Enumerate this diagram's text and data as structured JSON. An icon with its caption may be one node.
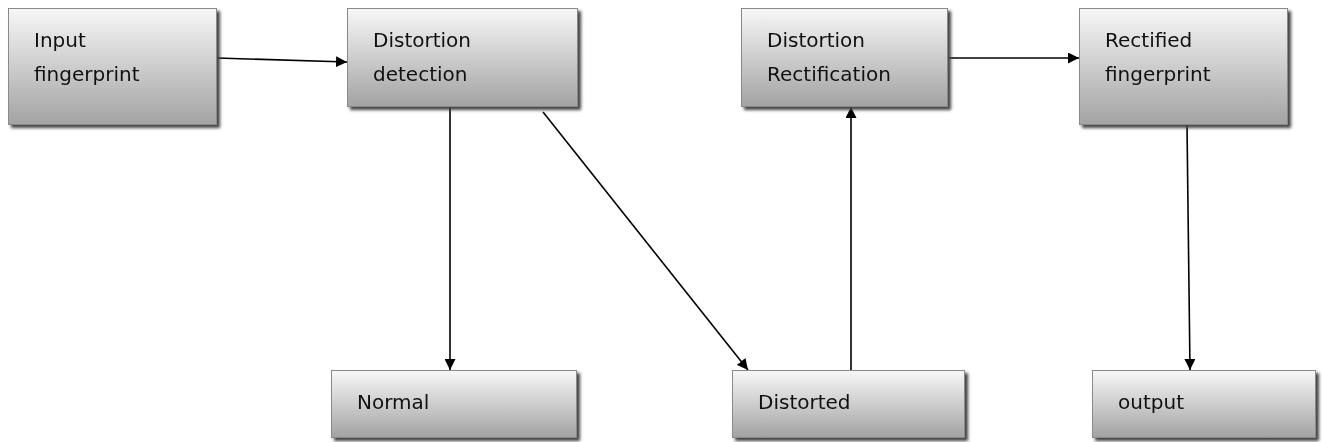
{
  "diagram": {
    "nodes": [
      {
        "text": [
          "Input fingerprint"
        ]
      },
      {
        "text": [
          "Distortion detection"
        ]
      },
      {
        "text": [
          "Distortion Rectification"
        ]
      },
      {
        "text": [
          "Rectified fingerprint"
        ]
      },
      {
        "text": [
          "Normal"
        ]
      },
      {
        "text": [
          "Distorted"
        ]
      },
      {
        "text": [
          "output"
        ]
      }
    ],
    "edges": [
      {
        "from": 0,
        "to": 1,
        "arrow": "to"
      },
      {
        "from": 1,
        "to": 4,
        "arrow": "to"
      },
      {
        "from": 1,
        "to": 5,
        "arrow": "to"
      },
      {
        "from": 5,
        "to": 2,
        "arrow": "to"
      },
      {
        "from": 2,
        "to": 3,
        "arrow": "to"
      },
      {
        "from": 3,
        "to": 6,
        "arrow": "to"
      }
    ]
  }
}
